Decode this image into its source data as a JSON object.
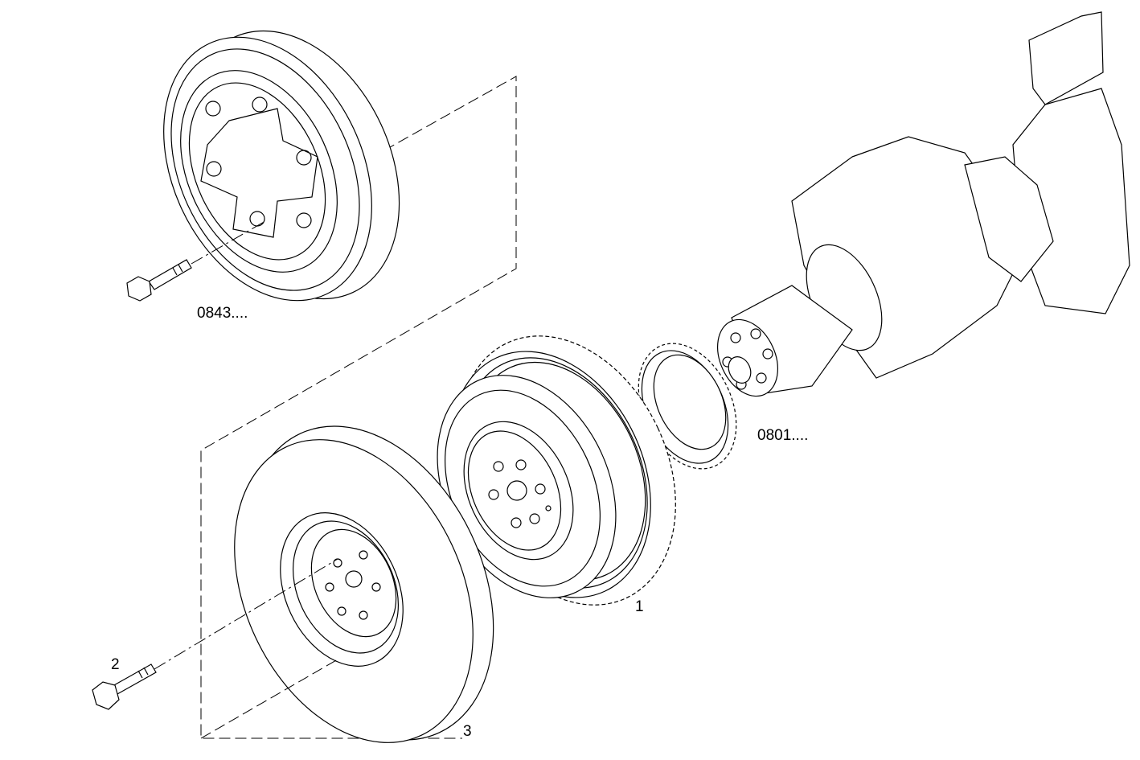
{
  "labels": {
    "ref_pulley": "0843....",
    "ref_crankshaft": "0801....",
    "part_1": "1",
    "part_2": "2",
    "part_3": "3"
  },
  "colors": {
    "line": "#000000",
    "background": "#ffffff"
  }
}
